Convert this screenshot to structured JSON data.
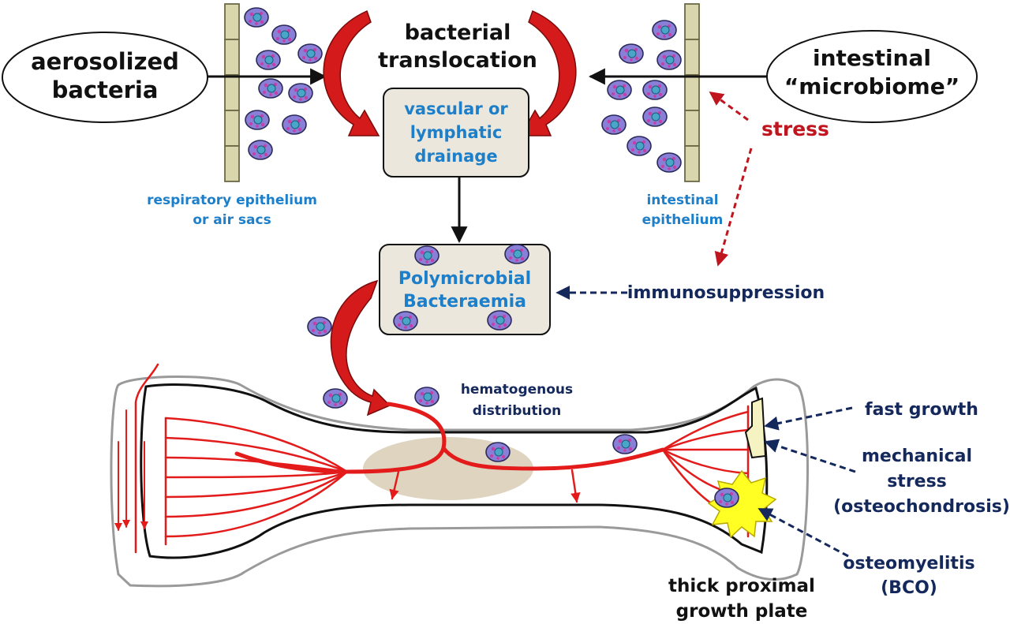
{
  "sources": {
    "aerosol_line1": "aerosolized",
    "aerosol_line2": "bacteria",
    "microbiome_line1": "intestinal",
    "microbiome_line2": "“microbiome”"
  },
  "translocation": {
    "line1": "bacterial",
    "line2": "translocation"
  },
  "drainage_box": {
    "line1": "vascular or",
    "line2": "lymphatic",
    "line3": "drainage"
  },
  "epithelium": {
    "respiratory_line1": "respiratory epithelium",
    "respiratory_line2": "or air sacs",
    "intestinal_line1": "intestinal",
    "intestinal_line2": "epithelium"
  },
  "stress_label": "stress",
  "bacteraemia_box": {
    "line1": "Polymicrobial",
    "line2": "Bacteraemia"
  },
  "immunosuppression_label": "immunosuppression",
  "hematogenous": {
    "line1": "hematogenous",
    "line2": "distribution"
  },
  "factors": {
    "fast_growth": "fast growth",
    "mechanical_line1": "mechanical",
    "mechanical_line2": "stress",
    "mechanical_line3": "(osteochondrosis)",
    "osteomyelitis_line1": "osteomyelitis",
    "osteomyelitis_line2": "(BCO)"
  },
  "growth_plate": {
    "line1": "thick proximal",
    "line2": "growth plate"
  },
  "icons": {
    "bacterium": "bacterium-icon",
    "lesion": "lesion-burst-icon"
  },
  "colors": {
    "blue_text": "#1d7fc9",
    "navy_text": "#14285c",
    "red_arrow": "#d41a1a",
    "vessel_red": "#e31b1b",
    "box_fill": "#ebe7dc",
    "epithelium_fill": "#d9d6ae",
    "bacterium_fill": "#8a7fd6",
    "lesion_fill": "#ffff24"
  }
}
